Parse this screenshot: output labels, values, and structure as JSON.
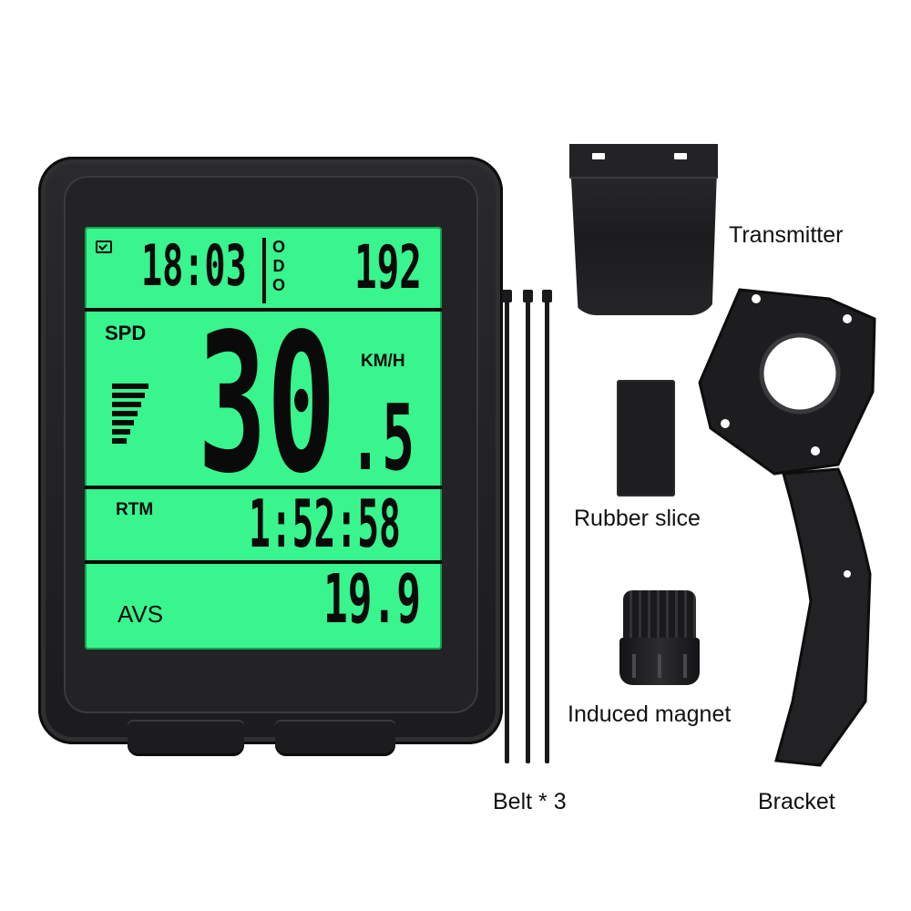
{
  "display": {
    "clock": "18:03",
    "odo_label": "ODO",
    "odo_value": "192",
    "spd_label": "SPD",
    "speed_main": "30",
    "speed_decimal": ".5",
    "speed_unit": "KM/H",
    "rtm_label": "RTM",
    "ride_time": "1:52:58",
    "avs_label": "AVS",
    "avg_speed": "19.9"
  },
  "captions": {
    "transmitter": "Transmitter",
    "rubber_slice": "Rubber  slice",
    "induced_magnet": "Induced magnet",
    "belt": "Belt * 3",
    "bracket": "Bracket"
  },
  "colors": {
    "lcd_backlight": "#38f58d",
    "body": "#1e1e20"
  }
}
